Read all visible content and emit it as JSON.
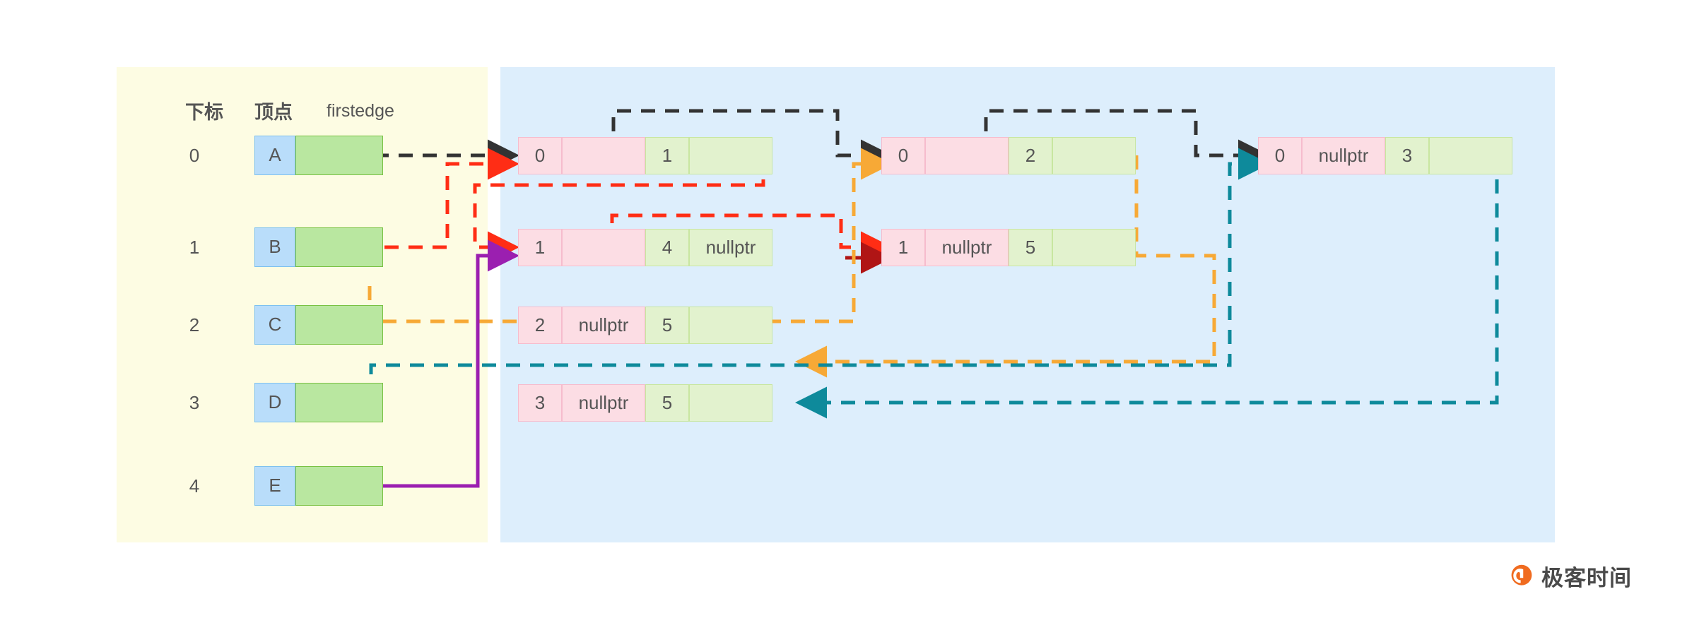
{
  "diagram": {
    "title": "adjacency-list-graph-representation",
    "panels": {
      "left": {
        "name": "vertex-table",
        "bg": "#fdfce3"
      },
      "right": {
        "name": "edge-node-area",
        "bg": "#ddeefc"
      }
    },
    "headers": {
      "index": "下标",
      "vertex": "顶点",
      "firstedge": "firstedge"
    },
    "vertices": [
      {
        "index": "0",
        "name": "A"
      },
      {
        "index": "1",
        "name": "B"
      },
      {
        "index": "2",
        "name": "C"
      },
      {
        "index": "3",
        "name": "D"
      },
      {
        "index": "4",
        "name": "E"
      }
    ],
    "edge_rows": [
      {
        "row": 0,
        "nodes": [
          {
            "ivex": "0",
            "inext": "",
            "jvex": "1",
            "jnext": ""
          },
          {
            "ivex": "0",
            "inext": "",
            "jvex": "2",
            "jnext": ""
          },
          {
            "ivex": "0",
            "inext": "nullptr",
            "jvex": "3",
            "jnext": ""
          }
        ]
      },
      {
        "row": 1,
        "nodes": [
          {
            "ivex": "1",
            "inext": "",
            "jvex": "4",
            "jnext": "nullptr"
          },
          {
            "ivex": "1",
            "inext": "nullptr",
            "jvex": "5",
            "jnext": ""
          }
        ]
      },
      {
        "row": 2,
        "nodes": [
          {
            "ivex": "2",
            "inext": "nullptr",
            "jvex": "5",
            "jnext": ""
          }
        ]
      },
      {
        "row": 3,
        "nodes": [
          {
            "ivex": "3",
            "inext": "nullptr",
            "jvex": "5",
            "jnext": ""
          }
        ]
      }
    ],
    "colors": {
      "vertex_cell": "#b9ddfa",
      "vertex_cell_border": "#7ec1ef",
      "firstedge_cell": "#b9e7a0",
      "firstedge_cell_border": "#7ac143",
      "node_pink": "#fcdde4",
      "node_pink_border": "#f6bccd",
      "node_green": "#e2f2ce",
      "node_green_border": "#c8e6a0",
      "wire_black": "#333333",
      "wire_red": "#ff2d15",
      "wire_darkred": "#b01515",
      "wire_orange": "#f7a936",
      "wire_teal": "#0e8a9b",
      "wire_purple": "#9b1fb0"
    }
  },
  "watermark": {
    "brand": "极客时间",
    "logo_color": "#f06b1f"
  }
}
